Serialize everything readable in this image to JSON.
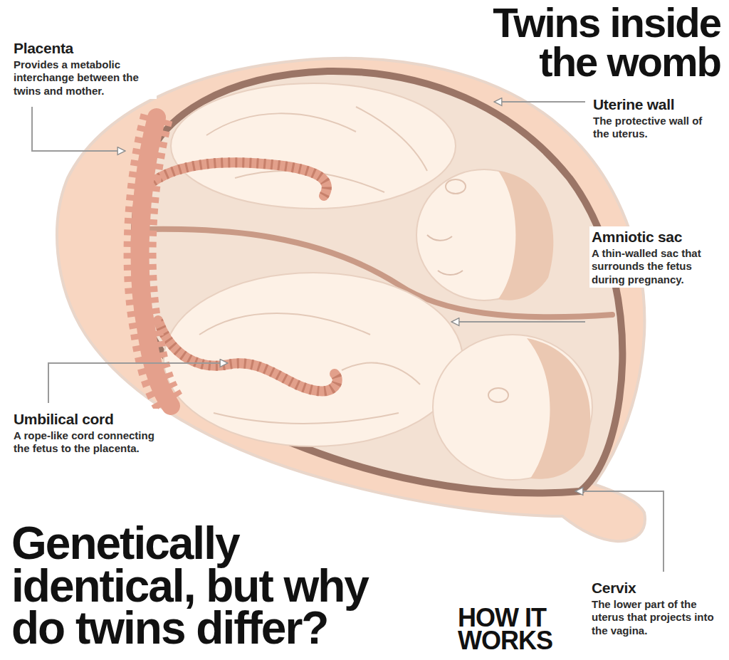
{
  "diagram": {
    "title": "Twins inside the womb",
    "caption": "Genetically identical, but why do twins differ?",
    "labels": [
      "Placenta",
      "Provides a metabolic interchange between the twins and mother.",
      "Uterine wall",
      "The protective wall of the uterus.",
      "Amniotic sac",
      "A thin-walled sac that surrounds the fetus during pregnancy.",
      "Umbilical cord",
      "A rope-like cord connecting the fetus to the placenta.",
      "Cervix",
      "The lower part of the uterus that projects into the vagina.",
      "HOW IT WORKS"
    ]
  }
}
